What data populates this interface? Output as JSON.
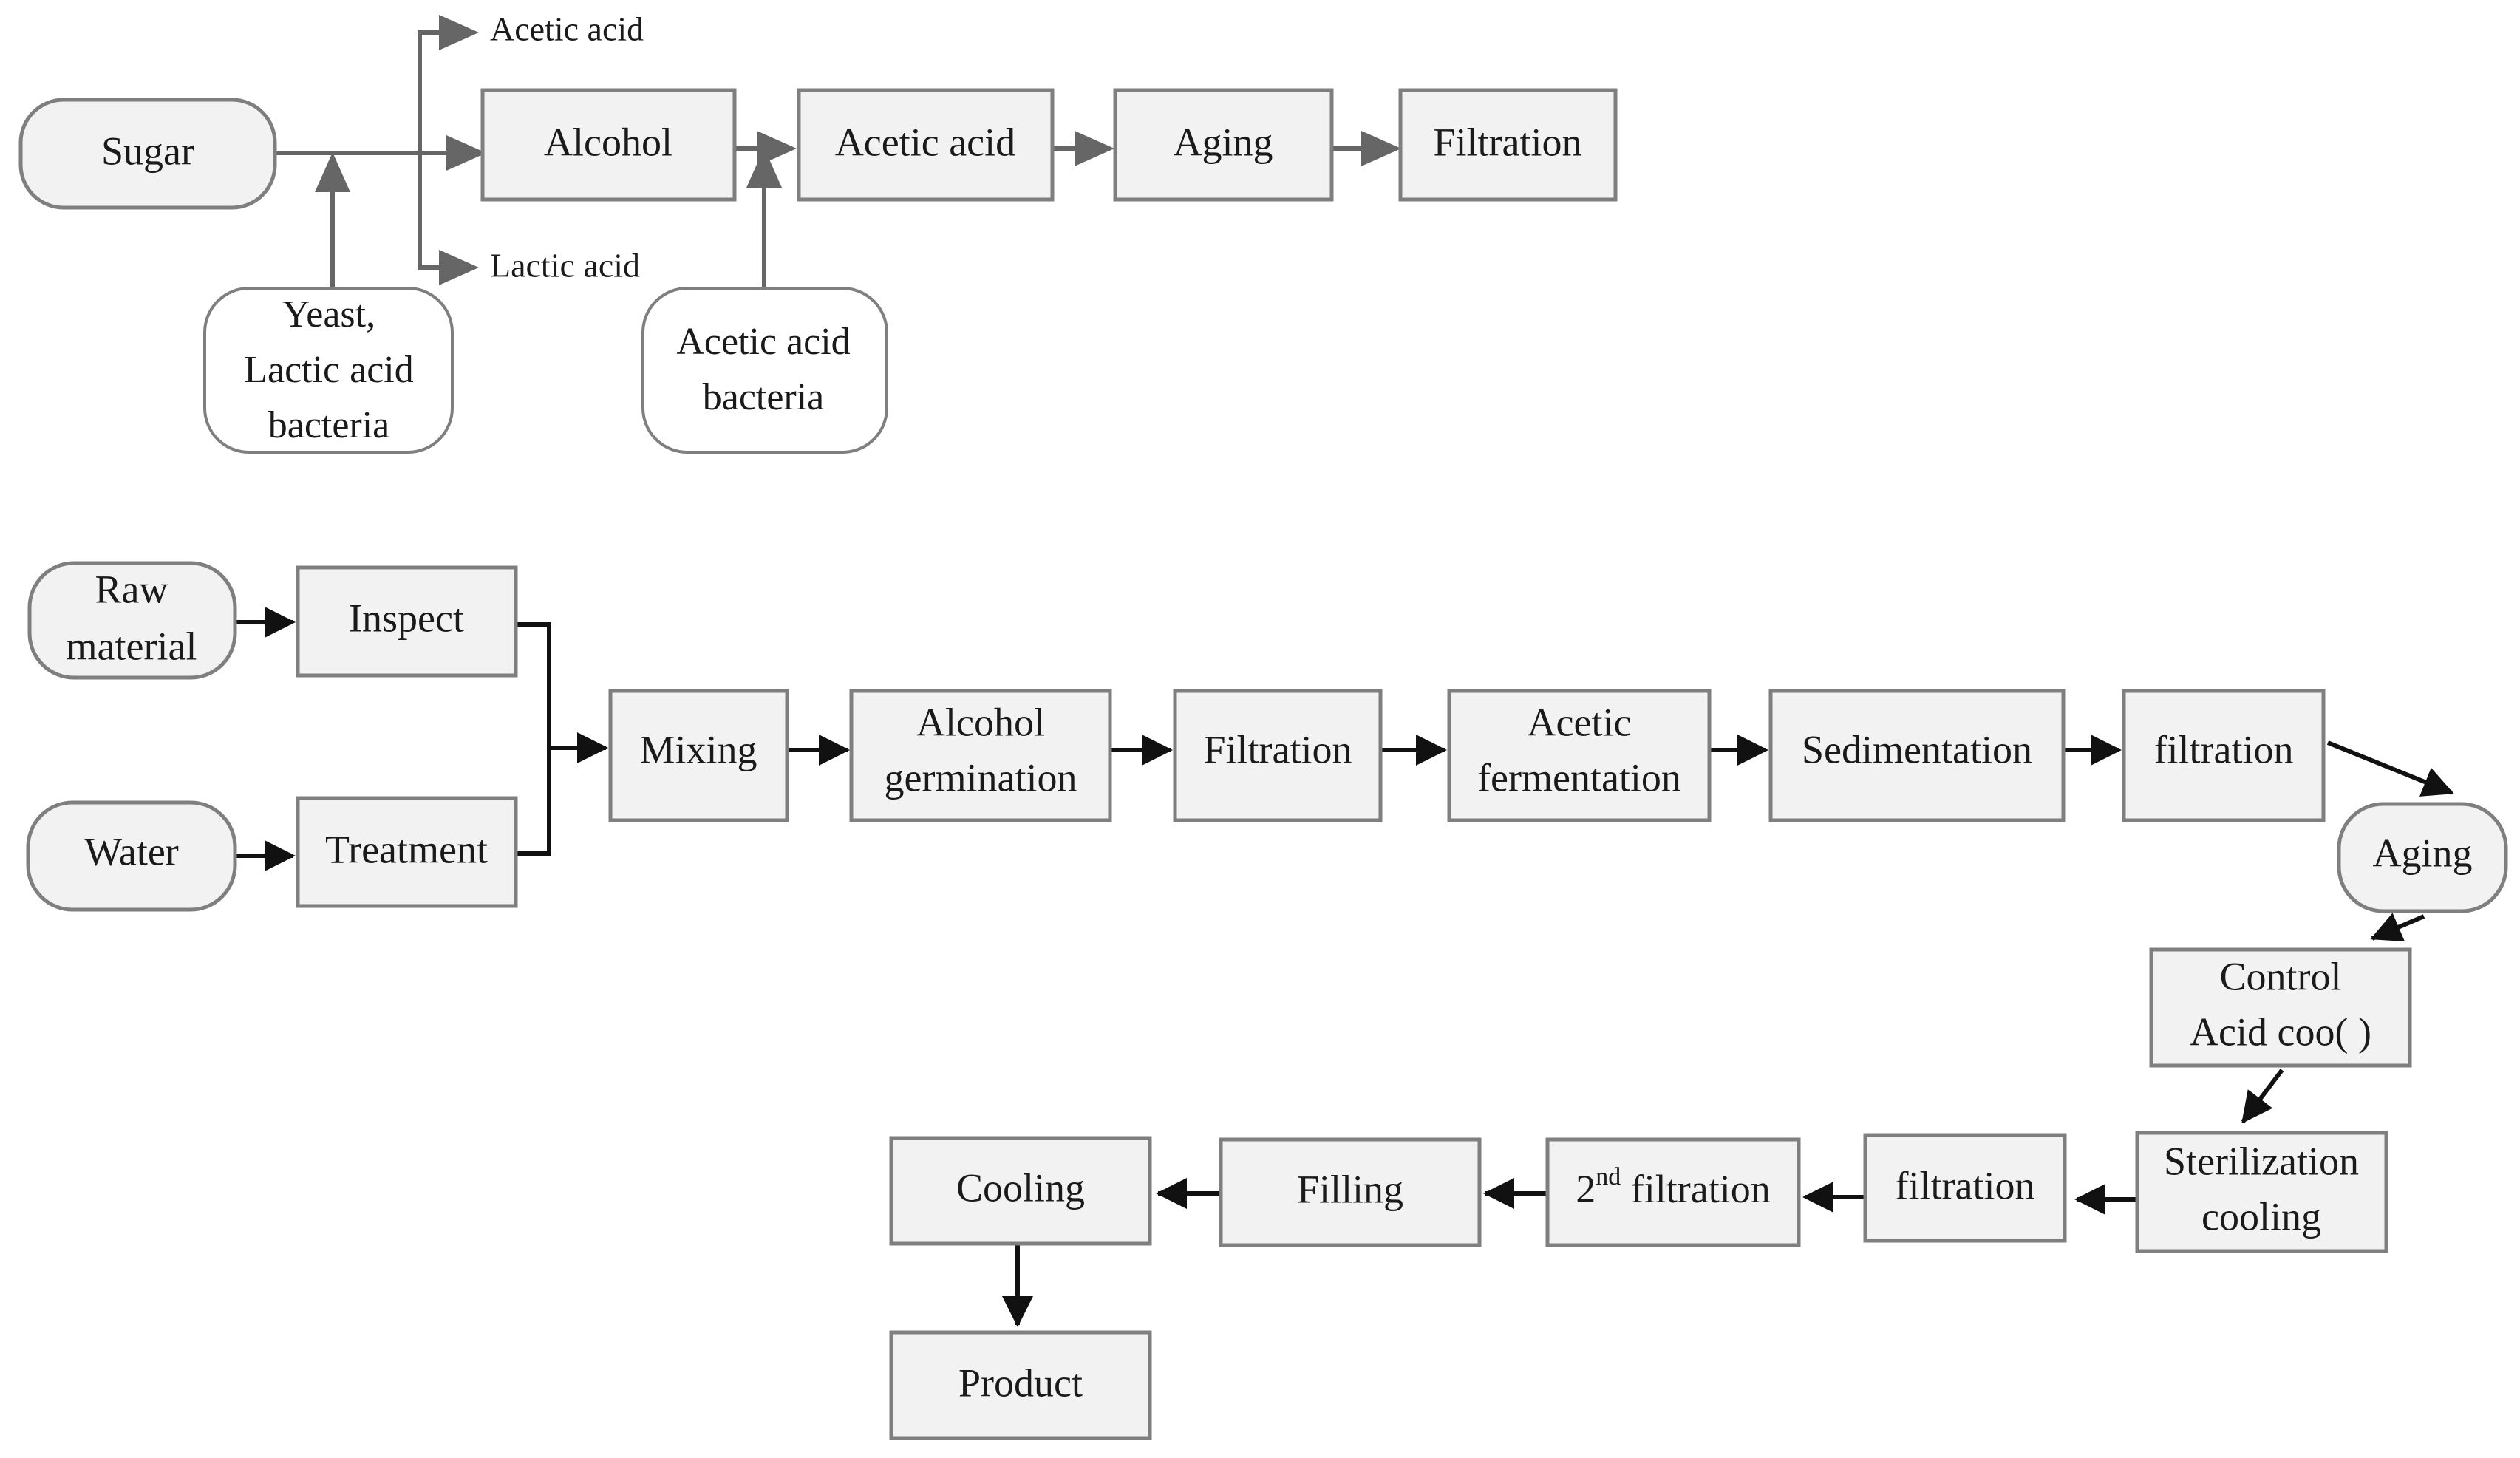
{
  "diagram": {
    "top_flow": {
      "sugar": "Sugar",
      "alcohol": "Alcohol",
      "acetic_acid_box": "Acetic acid",
      "aging": "Aging",
      "filtration": "Filtration",
      "branch_acetic_acid": "Acetic acid",
      "branch_lactic_acid": "Lactic acid",
      "yeast": [
        "Yeast,",
        "Lactic acid",
        "bacteria"
      ],
      "acetic_bacteria": [
        "Acetic acid",
        "bacteria"
      ]
    },
    "bottom_flow": {
      "raw_material": [
        "Raw",
        "material"
      ],
      "inspect": "Inspect",
      "water": "Water",
      "treatment": "Treatment",
      "mixing": "Mixing",
      "alcohol_germination": [
        "Alcohol",
        "germination"
      ],
      "filtration_1": "Filtration",
      "acetic_fermentation": [
        "Acetic",
        "fermentation"
      ],
      "sedimentation": "Sedimentation",
      "filtration_2": "filtration",
      "aging": "Aging",
      "control_acid": [
        "Control",
        "Acid coo(  )"
      ],
      "sterilization_cooling": [
        "Sterilization",
        "cooling"
      ],
      "filtration_3": "filtration",
      "second_filtration_num": "2",
      "second_filtration_sup": "nd",
      "second_filtration_text": " filtration",
      "filling": "Filling",
      "cooling": "Cooling",
      "product": "Product"
    },
    "colors": {
      "box_fill": "#f2f2f2",
      "box_stroke": "#7f7f7f",
      "input_fill": "#ffffff",
      "arrow_gray": "#666666",
      "arrow_dark": "#111111",
      "text": "#1a1a1a"
    }
  }
}
